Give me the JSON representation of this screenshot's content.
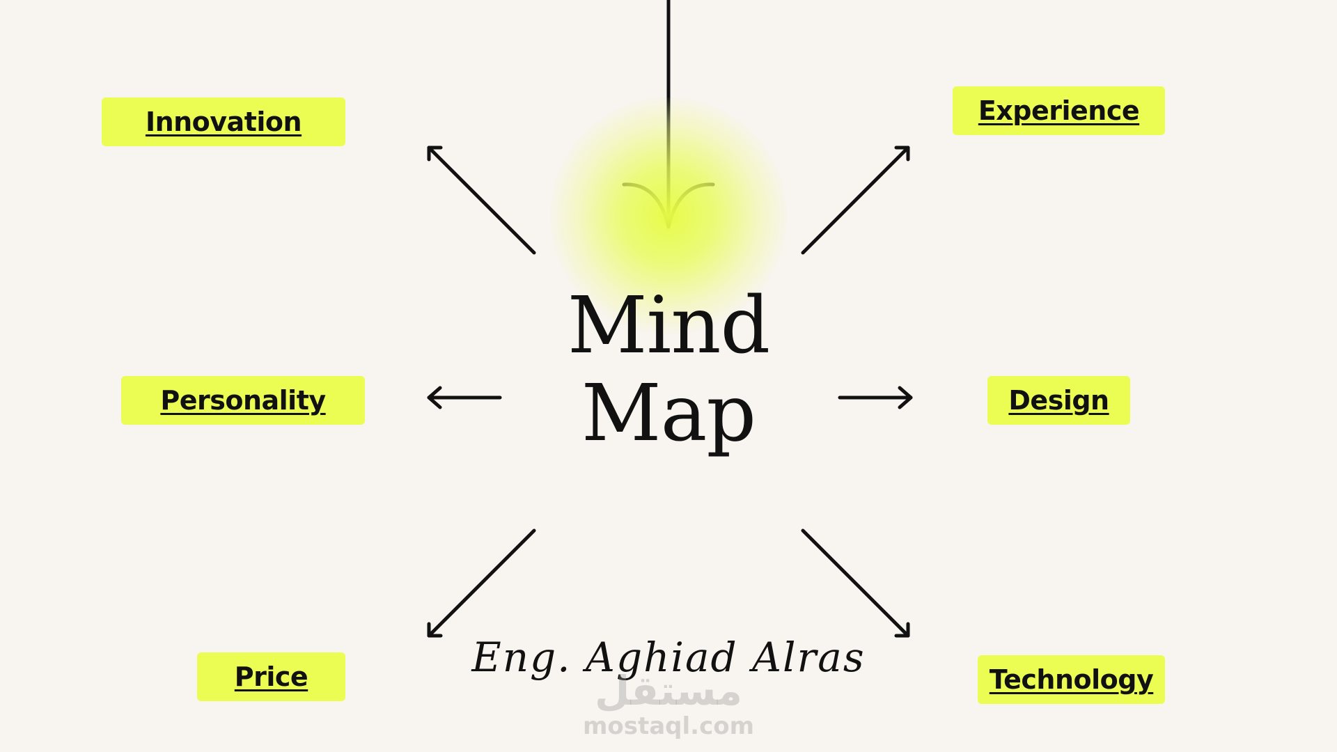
{
  "diagram": {
    "title_line1": "Mind",
    "title_line2": "Map",
    "author": "Eng. Aghiad Alras",
    "nodes": {
      "innovation": "Innovation",
      "personality": "Personality",
      "price": "Price",
      "experience": "Experience",
      "design": "Design",
      "technology": "Technology"
    },
    "colors": {
      "background": "#f8f4ef",
      "node_fill": "#ebfc52",
      "glow": "#e6fc46",
      "ink": "#111111"
    }
  },
  "watermark": {
    "arabic": "مستقل",
    "latin": "mostaql.com"
  }
}
